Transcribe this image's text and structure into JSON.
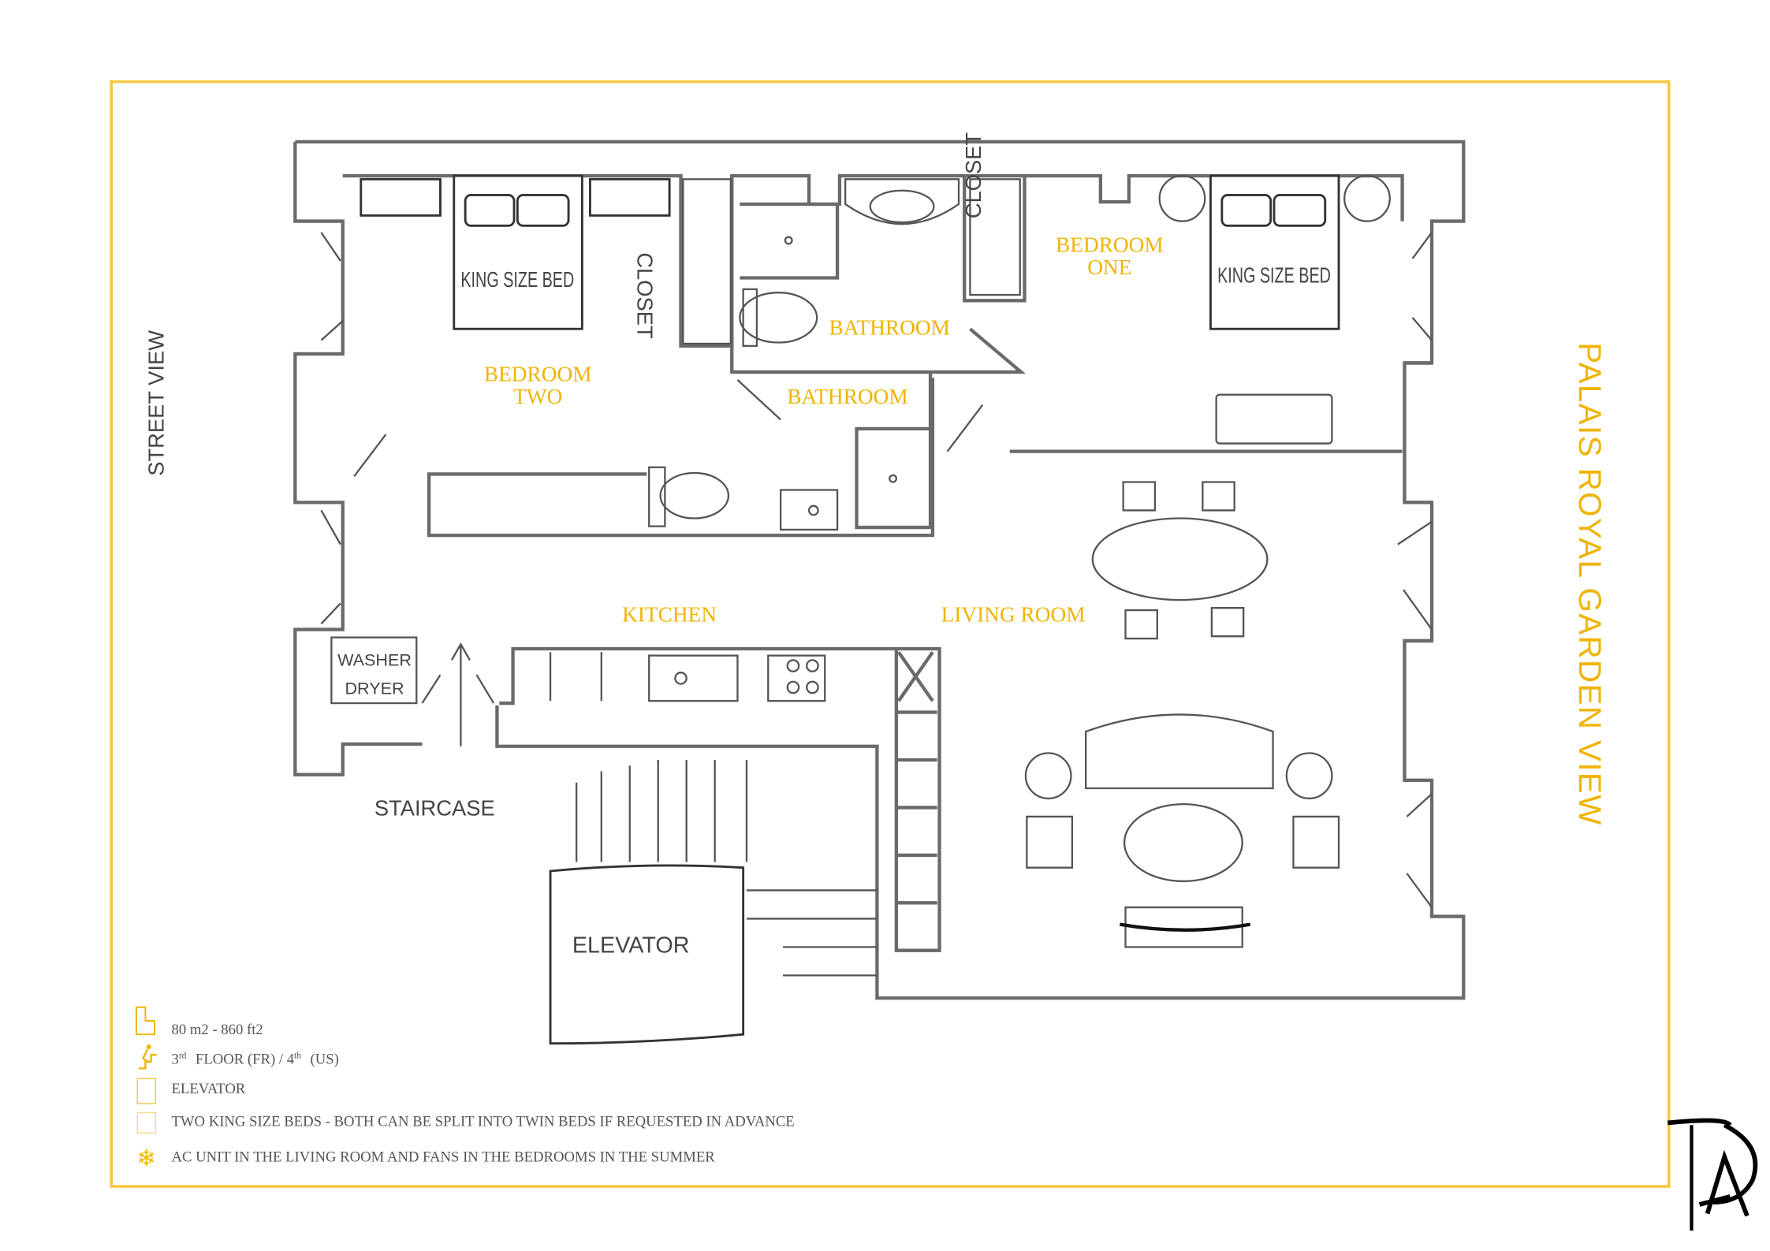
{
  "colors": {
    "accent": "#F0B400",
    "wall": "#6a6a6a",
    "text": "#555555"
  },
  "side_title": "PALAIS ROYAL GARDEN VIEW",
  "street_view": "STREET VIEW",
  "rooms": {
    "bedroom_two": [
      "BEDROOM",
      "TWO"
    ],
    "bedroom_one": [
      "BEDROOM",
      "ONE"
    ],
    "bathroom_1": "BATHROOM",
    "bathroom_2": "BATHROOM",
    "kitchen": "KITCHEN",
    "living_room": "LIVING ROOM"
  },
  "fixtures": {
    "bed_left": "KING SIZE BED",
    "bed_right": "KING SIZE BED",
    "closet_left": "CLOSET",
    "closet_right": "CLOSET",
    "washer": "WASHER",
    "dryer": "DRYER",
    "staircase": "STAIRCASE",
    "elevator": "ELEVATOR"
  },
  "legend": [
    {
      "icon": "floor-area-icon",
      "text": "80 m2 - 860 ft2"
    },
    {
      "icon": "stairs-person-icon",
      "floor_fr": "3",
      "sup_fr": "rd",
      "mid": "FLOOR (FR) / 4",
      "sup_us": "th",
      "end": "(US)"
    },
    {
      "icon": "elevator-icon",
      "text": "ELEVATOR"
    },
    {
      "icon": "bed-icon",
      "text": "TWO KING SIZE BEDS - BOTH CAN BE SPLIT INTO TWIN BEDS IF REQUESTED IN ADVANCE"
    },
    {
      "icon": "snowflake-icon",
      "text": "AC UNIT IN THE LIVING ROOM AND FANS IN THE BEDROOMS IN THE SUMMER"
    }
  ],
  "logo": "TA"
}
